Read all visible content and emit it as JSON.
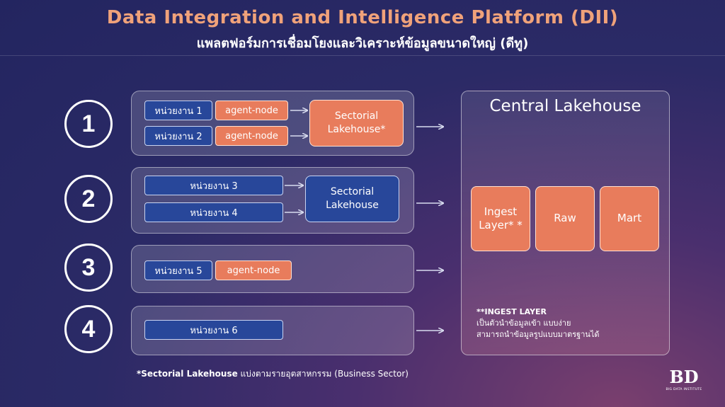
{
  "header": {
    "title": "Data Integration and Intelligence Platform (DII)",
    "subtitle": "แพลตฟอร์มการเชื่อมโยงและวิเคราะห์ข้อมูลขนาดใหญ่ (ดีทู)"
  },
  "rows": [
    {
      "number": "1"
    },
    {
      "number": "2"
    },
    {
      "number": "3"
    },
    {
      "number": "4"
    }
  ],
  "units": {
    "u1": "หน่วยงาน 1",
    "u2": "หน่วยงาน 2",
    "u3": "หน่วยงาน 3",
    "u4": "หน่วยงาน 4",
    "u5": "หน่วยงาน 5",
    "u6": "หน่วยงาน 6"
  },
  "agent_node": "agent-node",
  "sectorial_lakehouse": {
    "starred": "Sectorial Lakehouse*",
    "plain": "Sectorial Lakehouse"
  },
  "central": {
    "title": "Central Lakehouse",
    "layers": [
      "Ingest Layer* *",
      "Raw",
      "Mart"
    ]
  },
  "ingest_note": {
    "heading": "**INGEST LAYER",
    "line1": "เป็นตัวนำข้อมูลเข้า แบบง่าย",
    "line2": "สามารถนำข้อมูลรูปแบบมาตรฐานได้"
  },
  "footnote": {
    "label": "*Sectorial Lakehouse",
    "text": " แบ่งตามรายอุตสาหกรรม (Business Sector)"
  },
  "logo": {
    "mark": "BD",
    "text": "BIG DATA INSTITUTE"
  },
  "colors": {
    "accent_orange": "#e87c5c",
    "unit_blue": "#28479a",
    "title_orange": "#f0a27a"
  }
}
